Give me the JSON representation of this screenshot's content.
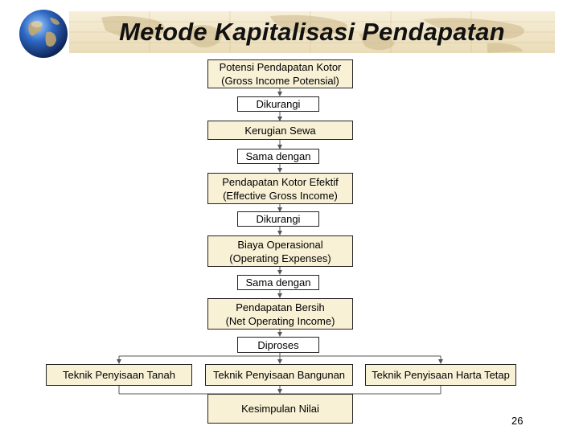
{
  "slide": {
    "title": "Metode Kapitalisasi Pendapatan",
    "page_number": "26"
  },
  "flow": {
    "potensi": {
      "line1": "Potensi Pendapatan Kotor",
      "line2": "(Gross Income Potensial)"
    },
    "dikurangi_1": "Dikurangi",
    "kerugian": "Kerugian Sewa",
    "sama_dengan_1": "Sama dengan",
    "pendapatan_efektif": {
      "line1": "Pendapatan Kotor Efektif",
      "line2": "(Effective Gross Income)"
    },
    "dikurangi_2": "Dikurangi",
    "biaya": {
      "line1": "Biaya Operasional",
      "line2": "(Operating Expenses)"
    },
    "sama_dengan_2": "Sama dengan",
    "pendapatan_bersih": {
      "line1": "Pendapatan Bersih",
      "line2": "(Net Operating Income)"
    },
    "diproses": "Diproses",
    "teknik_tanah": "Teknik Penyisaan Tanah",
    "teknik_bangunan": "Teknik Penyisaan Bangunan",
    "teknik_harta": "Teknik Penyisaan Harta Tetap",
    "kesimpulan": "Kesimpulan Nilai"
  },
  "colors": {
    "box_fill": "#f8f1d6",
    "title_band": "#eadcb8",
    "globe": "#1f4f9a"
  },
  "icons": {
    "logo": "globe-icon"
  }
}
